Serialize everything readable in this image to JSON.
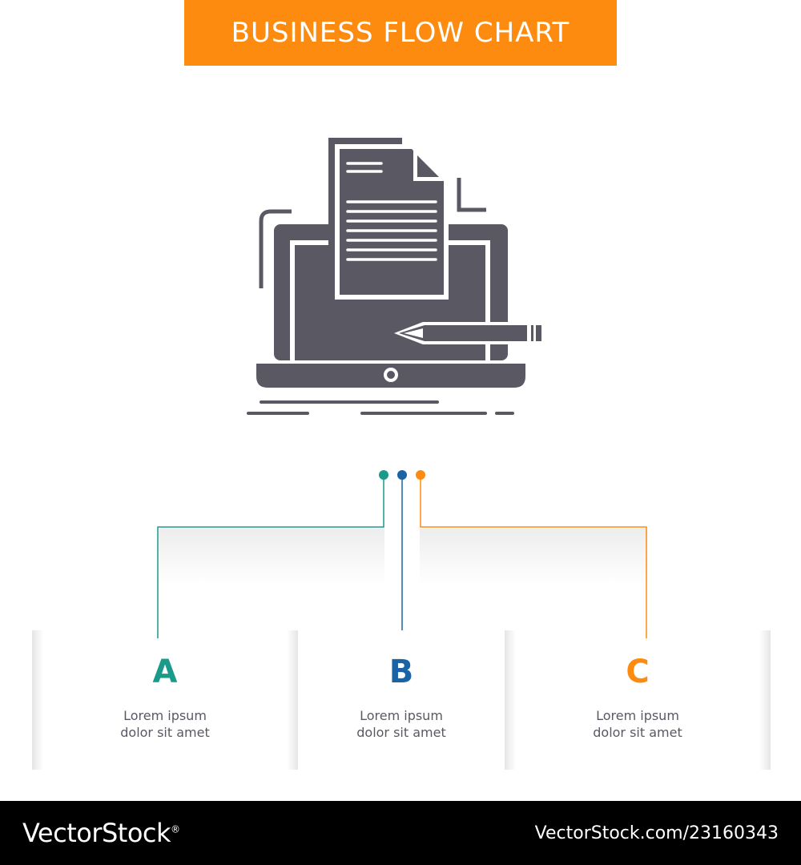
{
  "banner": {
    "title": "BUSINESS FLOW CHART",
    "color": "#fd8b0f"
  },
  "hero": {
    "icon": "laptop-document-pencil-icon",
    "color": "#5a5963"
  },
  "steps": [
    {
      "letter": "A",
      "line1": "Lorem ipsum",
      "line2": "dolor sit amet",
      "color": "#1a9a8a"
    },
    {
      "letter": "B",
      "line1": "Lorem ipsum",
      "line2": "dolor sit amet",
      "color": "#1a63a5"
    },
    {
      "letter": "C",
      "line1": "Lorem ipsum",
      "line2": "dolor sit amet",
      "color": "#fd8b0f"
    }
  ],
  "footer": {
    "logo": "VectorStock",
    "registered": "®",
    "id": "VectorStock.com/23160343"
  }
}
